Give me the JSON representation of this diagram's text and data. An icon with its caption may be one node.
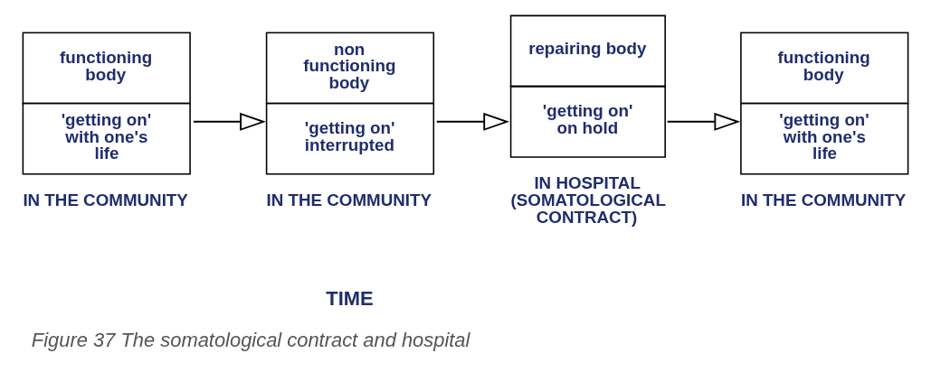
{
  "diagram": {
    "caption": "Figure 37 The somatological contract and hospital",
    "nodes": [
      {
        "text": [
          "functioning body",
          "'getting on' with one's life"
        ],
        "beside": [
          "IN THE COMMUNITY"
        ]
      },
      {
        "text": [
          "non functioning body",
          "'getting on' interrupted"
        ],
        "beside": [
          "IN THE COMMUNITY"
        ]
      },
      {
        "text": [
          "repairing body",
          "'getting on' on hold"
        ],
        "beside": [
          "IN HOSPITAL (SOMATOLOGICAL CONTRACT)"
        ]
      },
      {
        "text": [
          "functioning body",
          "'getting on' with one's life"
        ],
        "beside": [
          "IN THE COMMUNITY"
        ]
      }
    ],
    "edges": [
      {
        "from": 0,
        "to": 1,
        "arrow": "to"
      },
      {
        "from": 1,
        "to": 2,
        "arrow": "to"
      },
      {
        "from": 2,
        "to": 3,
        "arrow": "to"
      }
    ],
    "labels": [
      "TIME"
    ]
  }
}
